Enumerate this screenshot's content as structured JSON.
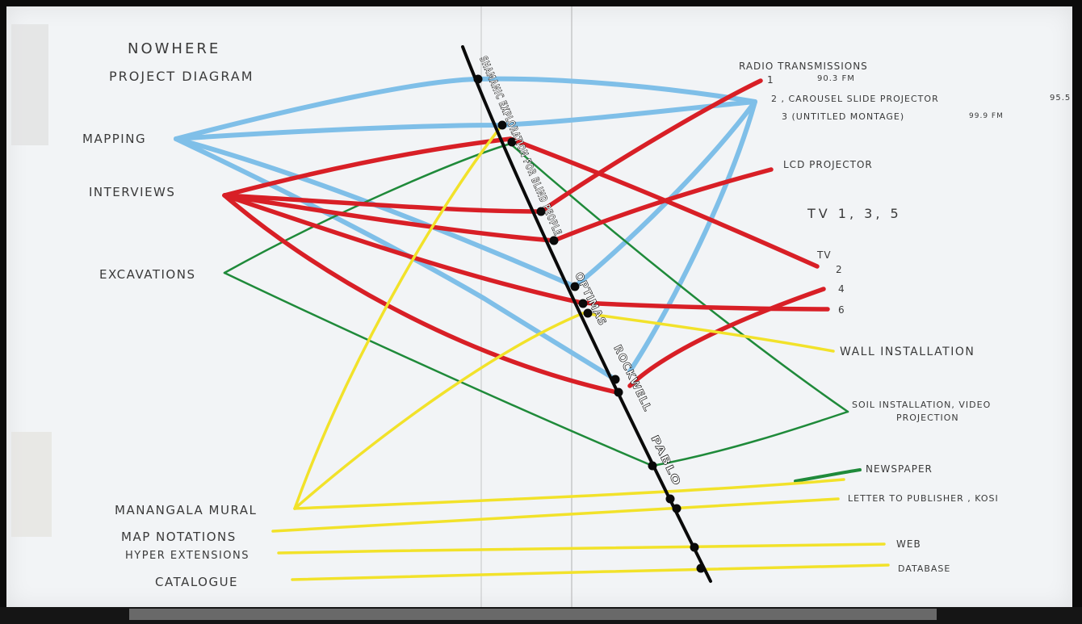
{
  "title": {
    "line1": "NOWHERE",
    "line2": "PROJECT DIAGRAM"
  },
  "left_nodes": {
    "mapping": "MAPPING",
    "interviews": "INTERVIEWS",
    "excavations": "EXCAVATIONS",
    "mural": "MANANGALA MURAL",
    "map_notations": "MAP NOTATIONS",
    "hyper_extensions": "HYPER EXTENSIONS",
    "catalogue": "CATALOGUE"
  },
  "spine_labels": {
    "main": "SHAMANIC EXPLORATION FOR BLIND PEOPLE",
    "optimas": "OPTIMAS",
    "rockwell": "ROCKWELL",
    "pablo": "PABLO"
  },
  "right_nodes": {
    "radio_title": "RADIO TRANSMISSIONS",
    "radio_1": "1",
    "radio_1_freq": "90.3 FM",
    "carousel": "2 , CAROUSEL SLIDE PROJECTOR",
    "carousel_freq": "95.5",
    "untitled": "3 (UNTITLED MONTAGE)",
    "untitled_freq": "99.9 FM",
    "lcd": "LCD PROJECTOR",
    "tv_135": "TV 1, 3, 5",
    "tv": "TV",
    "tv_2": "2",
    "tv_4": "4",
    "tv_6": "6",
    "wall": "WALL INSTALLATION",
    "soil_1": "SOIL INSTALLATION, VIDEO",
    "soil_2": "PROJECTION",
    "newspaper": "NEWSPAPER",
    "letter": "LETTER TO PUBLISHER , KOSI",
    "web": "WEB",
    "database": "DATABASE"
  },
  "colors": {
    "blue": "#7fbfe8",
    "red": "#d81f26",
    "green": "#1f8a3a",
    "yellow": "#f2e22a",
    "black": "#0a0a0a",
    "paper": "#f2f4f6"
  }
}
